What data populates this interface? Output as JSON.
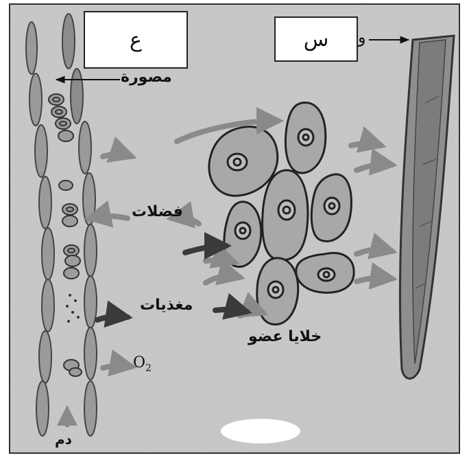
{
  "labels": {
    "box_left": "ع",
    "box_right": "س",
    "waw": "و",
    "masura": "مصورة",
    "fadalat": "فضلات",
    "mughadhiyat": "مغذيات",
    "khalaya": "خلايا عضو",
    "o2": "O",
    "o2_sub": "2",
    "dam": "دم"
  },
  "colors": {
    "background": "#c9c9c9",
    "vessel_wall": "#555555",
    "cell_fill": "#a8a8a8",
    "arrow_light": "#8a8a8a",
    "arrow_dark": "#3a3a3a"
  }
}
